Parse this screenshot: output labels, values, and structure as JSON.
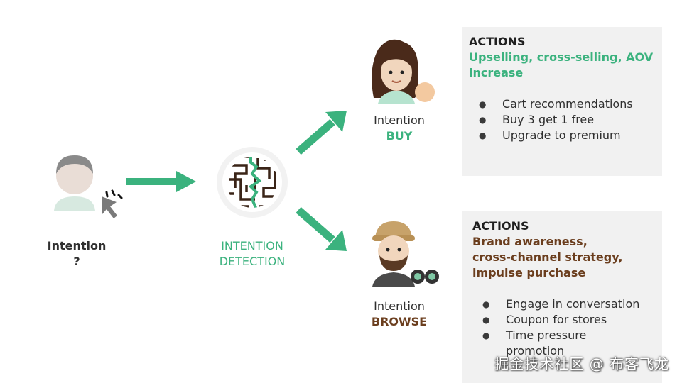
{
  "unknown": {
    "label": "Intention",
    "value": "?"
  },
  "detection": {
    "line1": "INTENTION",
    "line2": "DETECTION"
  },
  "buy": {
    "label": "Intention",
    "value": "BUY",
    "actions_title": "ACTIONS",
    "goal": "Upselling, cross-selling, AOV increase",
    "items": [
      "Cart recommendations",
      "Buy 3 get 1 free",
      "Upgrade to premium"
    ]
  },
  "browse": {
    "label": "Intention",
    "value": "BROWSE",
    "actions_title": "ACTIONS",
    "goal_lines": [
      "Brand awareness,",
      "cross-channel strategy,",
      "impulse purchase"
    ],
    "items": [
      "Engage in conversation",
      "Coupon for stores",
      "Time pressure promotion"
    ]
  },
  "watermark": "掘金技术社区 @ 布客飞龙",
  "colors": {
    "green": "#3bb27e",
    "brown": "#6b3e1e",
    "panel": "#f1f1f1"
  },
  "icons": [
    "user-cursor-icon",
    "maze-icon",
    "woman-shopper-icon",
    "man-binoculars-icon",
    "arrow-right-icon",
    "arrow-up-right-icon",
    "arrow-down-right-icon"
  ]
}
